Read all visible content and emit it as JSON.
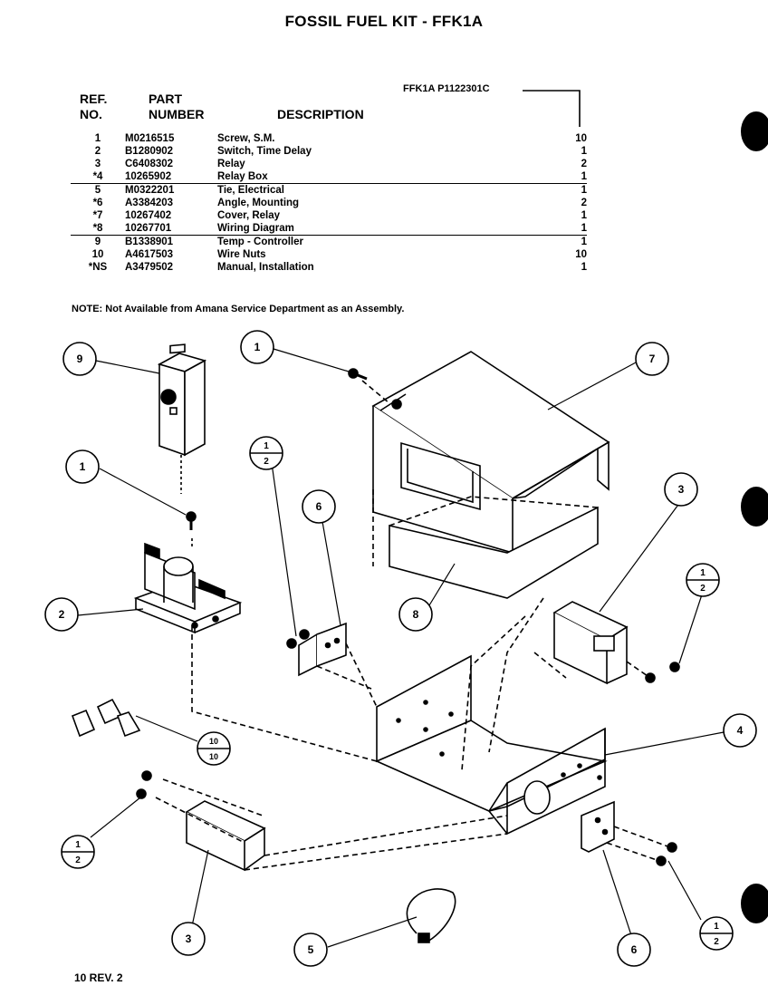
{
  "title": "FOSSIL FUEL KIT - FFK1A",
  "headers": {
    "ref": "REF.",
    "no": "NO.",
    "part": "PART",
    "number": "NUMBER",
    "description": "DESCRIPTION"
  },
  "model_code": "FFK1A P1122301C",
  "parts": [
    {
      "ref": "1",
      "part": "M0216515",
      "desc": "Screw, S.M.",
      "qty": "10"
    },
    {
      "ref": "2",
      "part": "B1280902",
      "desc": "Switch, Time Delay",
      "qty": "1"
    },
    {
      "ref": "3",
      "part": "C6408302",
      "desc": "Relay",
      "qty": "2"
    },
    {
      "ref": "*4",
      "part": "10265902",
      "desc": "Relay Box",
      "qty": "1"
    },
    {
      "ref": "5",
      "part": "M0322201",
      "desc": "Tie, Electrical",
      "qty": "1"
    },
    {
      "ref": "*6",
      "part": "A3384203",
      "desc": "Angle, Mounting",
      "qty": "2"
    },
    {
      "ref": "*7",
      "part": "10267402",
      "desc": "Cover, Relay",
      "qty": "1"
    },
    {
      "ref": "*8",
      "part": "10267701",
      "desc": "Wiring Diagram",
      "qty": "1"
    },
    {
      "ref": "9",
      "part": "B1338901",
      "desc": "Temp - Controller",
      "qty": "1"
    },
    {
      "ref": "10",
      "part": "A4617503",
      "desc": "Wire Nuts",
      "qty": "10"
    },
    {
      "ref": "*NS",
      "part": "A3479502",
      "desc": "Manual, Installation",
      "qty": "1"
    }
  ],
  "note": "NOTE:  Not Available from Amana Service Department as an Assembly.",
  "callouts": {
    "c9": "9",
    "c1a": "1",
    "c1b": "1",
    "c7": "7",
    "c6a": "6",
    "c3a": "3",
    "c2": "2",
    "c8": "8",
    "c4": "4",
    "c3b": "3",
    "c5": "5",
    "c6b": "6",
    "half_top": "1",
    "half_bot": "2",
    "ten_top": "10",
    "ten_bot": "10"
  },
  "footer": "10 REV. 2"
}
